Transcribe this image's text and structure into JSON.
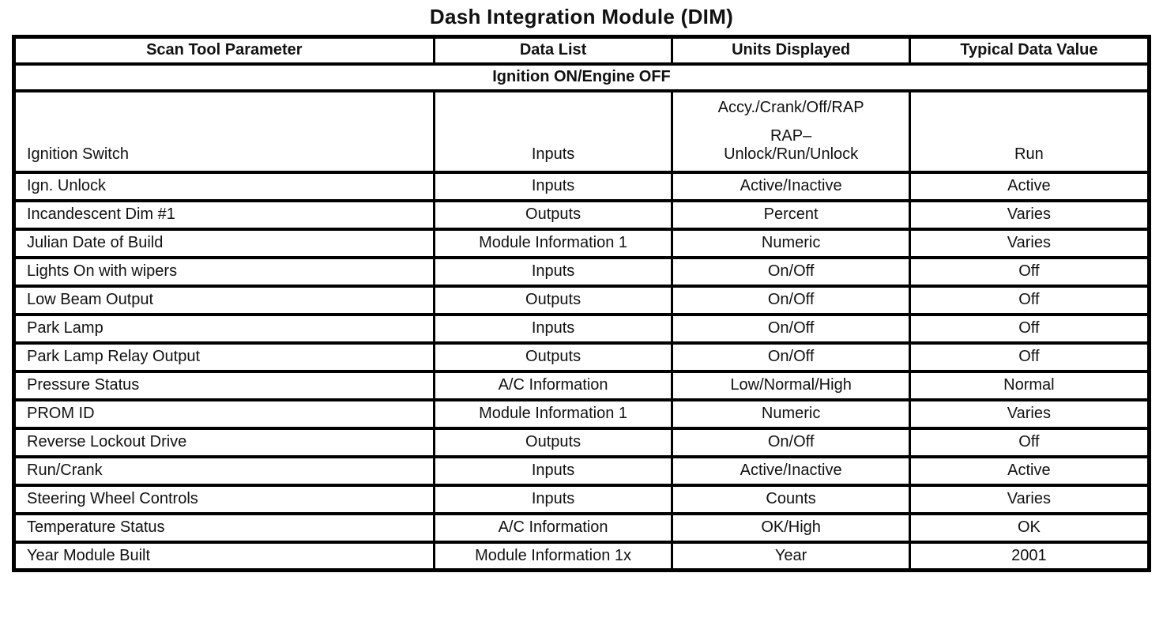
{
  "title": "Dash Integration Module (DIM)",
  "table": {
    "columns": [
      "Scan Tool Parameter",
      "Data List",
      "Units Displayed",
      "Typical Data Value"
    ],
    "section": "Ignition ON/Engine OFF",
    "rows": [
      {
        "parameter": "Ignition Switch",
        "data_list": "Inputs",
        "units_lines": [
          "Accy./Crank/Off/RAP",
          "RAP–",
          "Unlock/Run/Unlock"
        ],
        "value": "Run"
      },
      {
        "parameter": "Ign. Unlock",
        "data_list": "Inputs",
        "units_lines": [
          "Active/Inactive"
        ],
        "value": "Active"
      },
      {
        "parameter": "Incandescent Dim #1",
        "data_list": "Outputs",
        "units_lines": [
          "Percent"
        ],
        "value": "Varies"
      },
      {
        "parameter": "Julian Date of Build",
        "data_list": "Module Information 1",
        "units_lines": [
          "Numeric"
        ],
        "value": "Varies"
      },
      {
        "parameter": "Lights On with wipers",
        "data_list": "Inputs",
        "units_lines": [
          "On/Off"
        ],
        "value": "Off"
      },
      {
        "parameter": "Low Beam Output",
        "data_list": "Outputs",
        "units_lines": [
          "On/Off"
        ],
        "value": "Off"
      },
      {
        "parameter": "Park Lamp",
        "data_list": "Inputs",
        "units_lines": [
          "On/Off"
        ],
        "value": "Off"
      },
      {
        "parameter": "Park Lamp Relay Output",
        "data_list": "Outputs",
        "units_lines": [
          "On/Off"
        ],
        "value": "Off"
      },
      {
        "parameter": "Pressure Status",
        "data_list": "A/C Information",
        "units_lines": [
          "Low/Normal/High"
        ],
        "value": "Normal"
      },
      {
        "parameter": "PROM ID",
        "data_list": "Module Information 1",
        "units_lines": [
          "Numeric"
        ],
        "value": "Varies"
      },
      {
        "parameter": "Reverse Lockout Drive",
        "data_list": "Outputs",
        "units_lines": [
          "On/Off"
        ],
        "value": "Off"
      },
      {
        "parameter": "Run/Crank",
        "data_list": "Inputs",
        "units_lines": [
          "Active/Inactive"
        ],
        "value": "Active"
      },
      {
        "parameter": "Steering Wheel Controls",
        "data_list": "Inputs",
        "units_lines": [
          "Counts"
        ],
        "value": "Varies"
      },
      {
        "parameter": "Temperature Status",
        "data_list": "A/C Information",
        "units_lines": [
          "OK/High"
        ],
        "value": "OK"
      },
      {
        "parameter": "Year Module Built",
        "data_list": "Module Information 1x",
        "units_lines": [
          "Year"
        ],
        "value": "2001"
      }
    ]
  }
}
